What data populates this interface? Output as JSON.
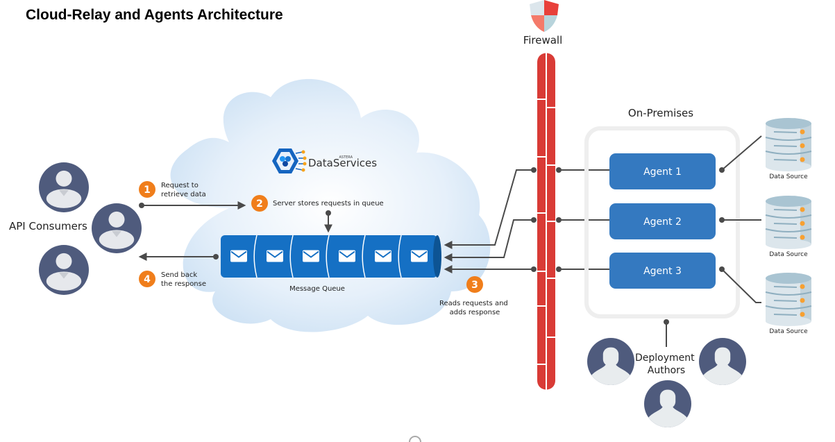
{
  "title": "Cloud-Relay and Agents Architecture",
  "firewall": {
    "label": "Firewall"
  },
  "cloud": {
    "logo": {
      "brand_small": "ASTERA",
      "brand": "DataServices"
    },
    "queue_label": "Message Queue",
    "message_count": 6
  },
  "consumers": {
    "label": "API Consumers",
    "count": 3
  },
  "steps": [
    {
      "number": "1",
      "lines": [
        "Request to",
        "retrieve data"
      ]
    },
    {
      "number": "2",
      "lines": [
        "Server stores requests in queue"
      ]
    },
    {
      "number": "3",
      "lines": [
        "Reads requests and",
        "adds response"
      ]
    },
    {
      "number": "4",
      "lines": [
        "Send back",
        "the response"
      ]
    }
  ],
  "on_premises": {
    "label": "On-Premises",
    "agents": [
      "Agent 1",
      "Agent 2",
      "Agent 3"
    ]
  },
  "data_sources": [
    "Data Source",
    "Data Source",
    "Data Source"
  ],
  "deployment_authors": {
    "lines": [
      "Deployment",
      "Authors"
    ],
    "count": 3
  },
  "colors": {
    "accent_orange": "#F07E1B",
    "queue_blue": "#1570C4",
    "agent_blue": "#3479C0",
    "firewall_red": "#D93B36",
    "avatar_navy": "#4F5B7D",
    "line_gray": "#4A4A4A",
    "cloud_blue": "#CFE3F5"
  }
}
